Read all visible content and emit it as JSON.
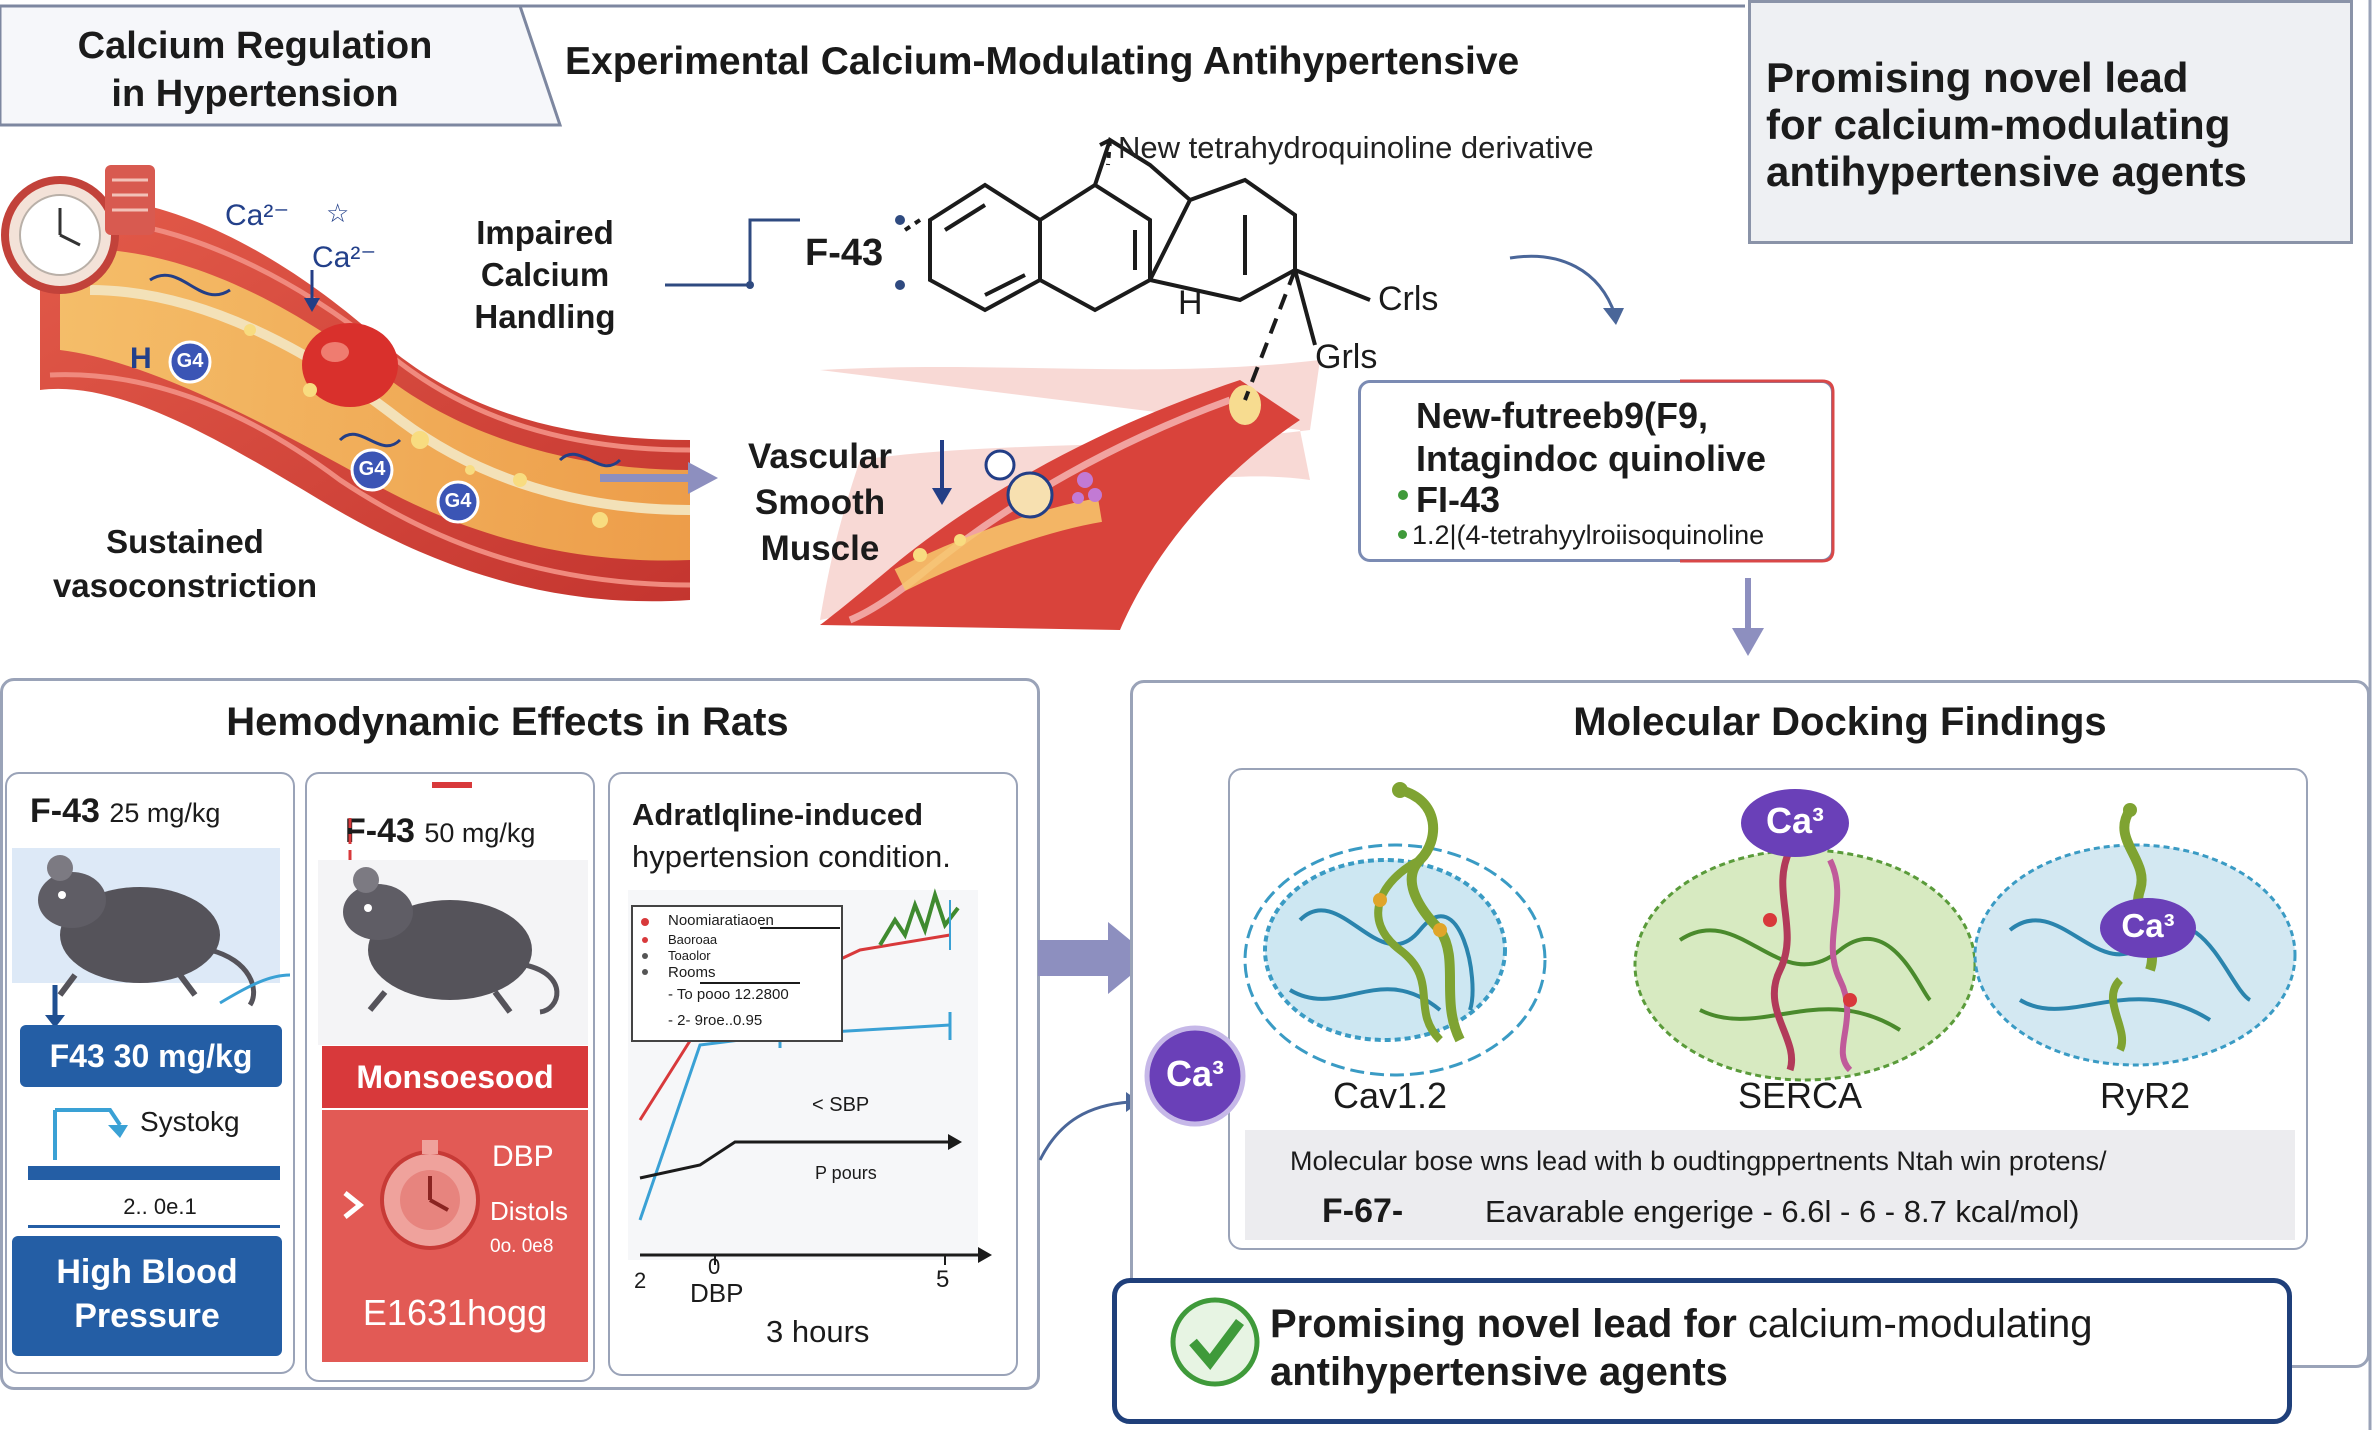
{
  "header": {
    "calcium_title_line1": "Calcium Regulation",
    "calcium_title_line2": "in Hypertension",
    "main_title": "Experimental Calcium-Modulating Antihypertensive",
    "lead_box_line1": "Promising novel lead",
    "lead_box_line2": "for calcium-modulating",
    "lead_box_line3": "antihypertensive agents"
  },
  "vessel": {
    "ca_ion_1": "Ca²⁻",
    "ca_ion_2": "Ca²⁻",
    "h_label": "H",
    "g4_badge_1": "G4",
    "g4_badge_2": "G4",
    "g4_badge_3": "G4",
    "impaired_line1": "Impaired",
    "impaired_line2": "Calcium",
    "impaired_line3": "Handling",
    "sustained_line1": "Sustained",
    "sustained_line2": "vasoconstriction",
    "vsm_line1": "Vascular",
    "vsm_line2": "Smooth",
    "vsm_line3": "Muscle"
  },
  "molecule": {
    "compound_label": "F-43",
    "derivative_label": "New tetrahydroquinoline derivative",
    "h_atom": "H",
    "substituent_1": "Crls",
    "substituent_2": "Grls",
    "info_line1": "New-futreeb9(F9,",
    "info_line2": "Intagindoc quinolive",
    "info_line3": "FI-43",
    "info_line4": "1.2|(4-tetrahyylroiisoquinoline"
  },
  "hemodynamic": {
    "title": "Hemodynamic Effects in Rats",
    "col1": {
      "dose_name": "F-43",
      "dose_value": "25 mg/kg",
      "badge": "F43 30 mg/kg",
      "systolic": "Systokg",
      "reading": "2.. 0e.1",
      "result_line1": "High Blood",
      "result_line2": "Pressure"
    },
    "col2": {
      "dose_name": "F-43",
      "dose_value": "50 mg/kg",
      "band": "Monsoesood",
      "dbp": "DBP",
      "distols": "Distols",
      "small": "0o. 0e8",
      "bottom": "E1631hogg"
    },
    "col3": {
      "title_line1": "Adratlqline-induced",
      "title_line2": "hypertension condition.",
      "legend_1": "Noomiaratiaoen",
      "legend_2": "Baoroaa",
      "legend_3": "Toaolor",
      "legend_4": "Rooms",
      "legend_5": "- To pooo 12.2800",
      "legend_6": "- 2- 9roe..0.95",
      "sbp_label": "< SBP",
      "p_label": "P pours",
      "tick_left": "2",
      "tick_zero": "0",
      "tick_right": "5",
      "dbp_label": "DBP",
      "time_label": "3 hours"
    }
  },
  "docking": {
    "title": "Molecular Docking Findings",
    "ca_badge_left": "Ca³",
    "ca_badge_serca": "Ca³",
    "ca_badge_ryr2": "Ca³",
    "protein_1": "Cav1.2",
    "protein_2": "SERCA",
    "protein_3": "RyR2",
    "caption_line": "Molecular bose wns lead with b oudtingppertnents Ntah win protens/",
    "energy_compound": "F-67-",
    "energy_text": "Eavarable engerige - 6.6l - 6 - 8.7 kcal/mol)"
  },
  "conclusion": {
    "bold_part": "Promising novel lead for",
    "rest_part": " calcium-modulating",
    "line2": "antihypertensive agents"
  },
  "colors": {
    "navy": "#1f3f7a",
    "blue_box": "#245ea5",
    "red_box": "#d8393b",
    "teal_protein": "#3a9bc4",
    "green_ligand": "#7fa332",
    "purple_ca": "#6a40b8",
    "check_green": "#3f9a3a",
    "vessel_red": "#d6473a"
  }
}
